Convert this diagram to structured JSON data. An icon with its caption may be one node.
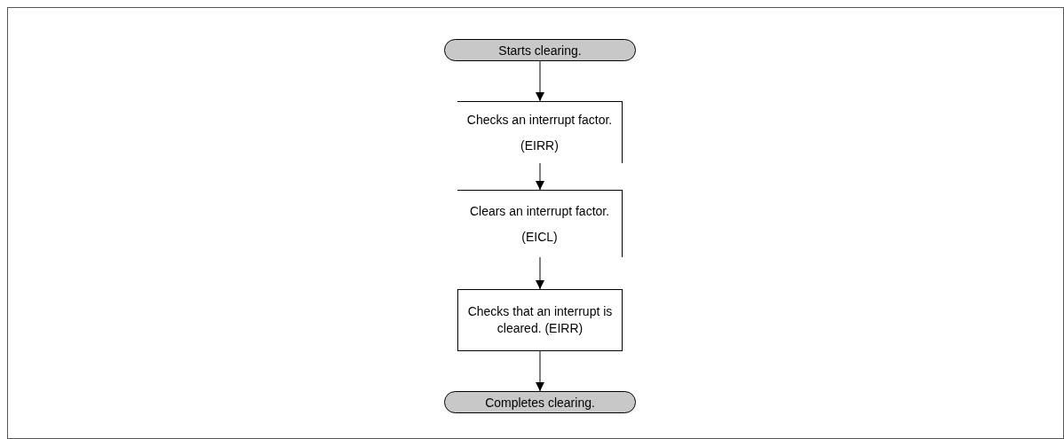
{
  "diagram": {
    "nodes": [
      {
        "text": [
          "Starts clearing."
        ]
      },
      {
        "text": [
          "Checks an interrupt factor.",
          "(EIRR)"
        ]
      },
      {
        "text": [
          "Clears an interrupt factor.",
          "(EICL)"
        ]
      },
      {
        "text": [
          "Checks that an interrupt is cleared. (EIRR)"
        ]
      },
      {
        "text": [
          "Completes clearing."
        ]
      }
    ],
    "edges": [
      {
        "from": 0,
        "to": 1,
        "arrow": "to"
      },
      {
        "from": 1,
        "to": 2,
        "arrow": "to"
      },
      {
        "from": 2,
        "to": 3,
        "arrow": "to"
      },
      {
        "from": 3,
        "to": 4,
        "arrow": "to"
      }
    ]
  }
}
